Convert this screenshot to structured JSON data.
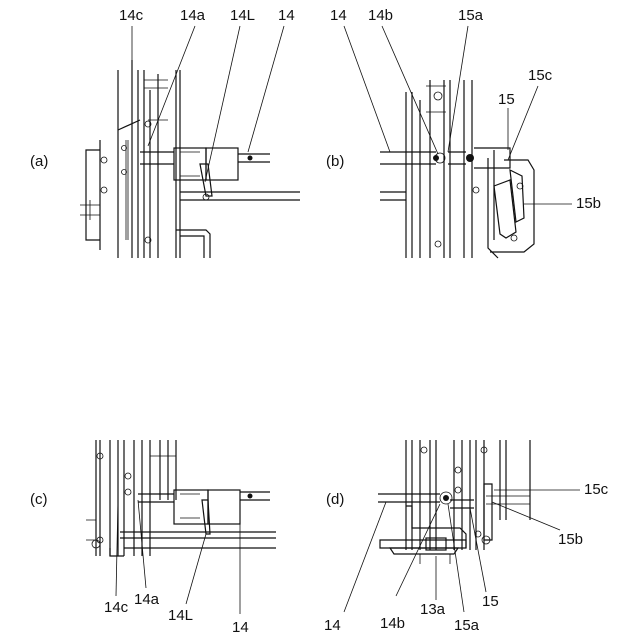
{
  "panels": {
    "a": {
      "id": "(a)",
      "labels": {
        "l1": "14c",
        "l2": "14a",
        "l3": "14L",
        "l4": "14"
      }
    },
    "b": {
      "id": "(b)",
      "labels": {
        "l1": "14",
        "l2": "14b",
        "l3": "15a",
        "l4": "15c",
        "l5": "15",
        "l6": "15b"
      }
    },
    "c": {
      "id": "(c)",
      "labels": {
        "l1": "14c",
        "l2": "14a",
        "l3": "14L",
        "l4": "14"
      }
    },
    "d": {
      "id": "(d)",
      "labels": {
        "l1": "15c",
        "l2": "15b",
        "l3": "14",
        "l4": "14b",
        "l5": "13a",
        "l6": "15a",
        "l7": "15"
      }
    }
  }
}
